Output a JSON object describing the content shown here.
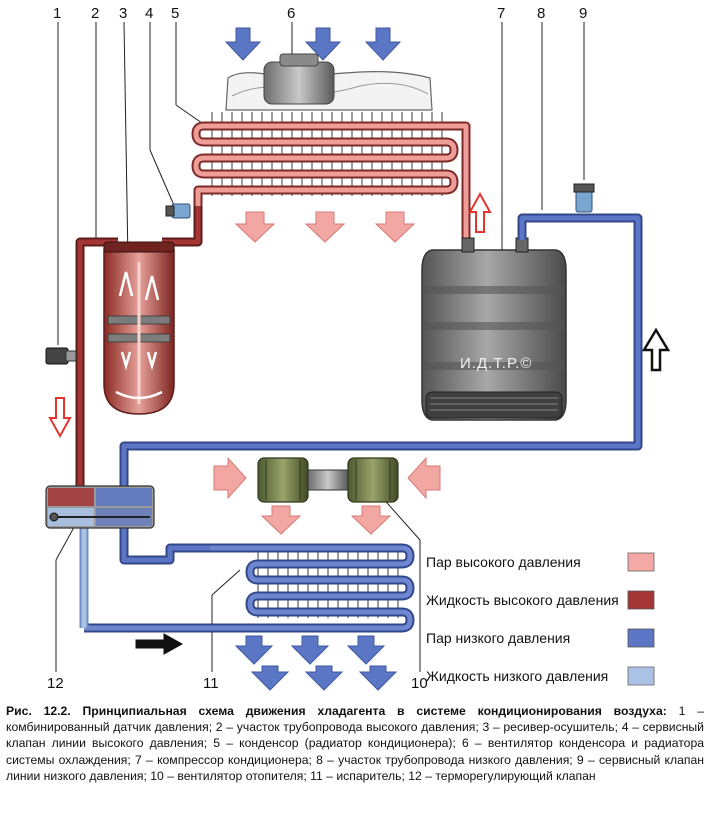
{
  "callouts": [
    "1",
    "2",
    "3",
    "4",
    "5",
    "6",
    "7",
    "8",
    "9",
    "10",
    "11",
    "12"
  ],
  "watermark": "И.Д.Т.Р.©",
  "legend": [
    {
      "label": "Пар высокого давления",
      "color": "#f4a9a6"
    },
    {
      "label": "Жидкость высокого давления",
      "color": "#a33535"
    },
    {
      "label": "Пар низкого давления",
      "color": "#5b76c4"
    },
    {
      "label": "Жидкость низкого давления",
      "color": "#a9c2e6"
    }
  ],
  "colors": {
    "high_vapor": "#f4a9a6",
    "high_liquid": "#a33535",
    "low_vapor": "#5b76c4",
    "low_liquid": "#a9c2e6",
    "arrow_red": "#e5342f",
    "arrow_blue": "#5b76c4",
    "arrow_pink": "#f2a7a3"
  },
  "caption": {
    "title": "Рис. 12.2. Принципиальная схема движения хладагента в системе кондиционирования воздуха:",
    "text": " 1 – комбинированный датчик давления; 2 – участок трубопровода высокого давления; 3 – ресивер-осушитель; 4 – сервисный клапан линии высокого давления; 5 – конденсор (радиатор кондиционера); 6 – вентилятор конденсора и радиатора системы охлаждения; 7 – компрессор кондиционера; 8 – участок трубопровода низкого давления; 9 – сервисный клапан линии низкого давления; 10 – вентилятор отопителя; 11 – испаритель; 12 – терморегулирующий клапан"
  }
}
